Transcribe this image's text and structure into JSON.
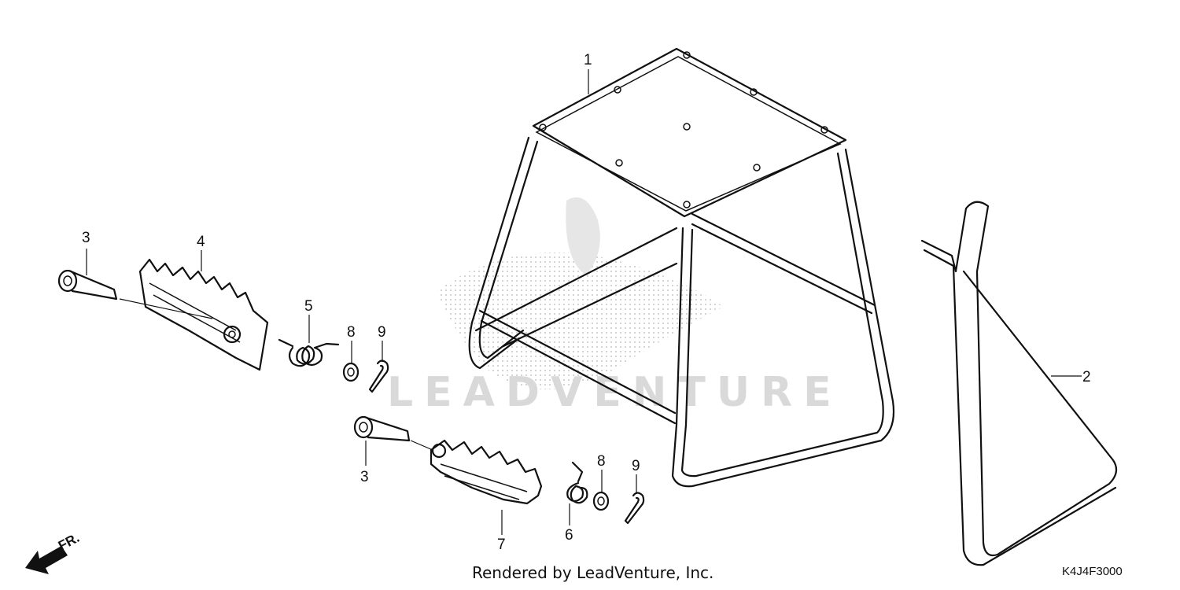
{
  "watermark": {
    "text": "LEADVENTURE"
  },
  "credit": "Rendered by LeadVenture, Inc.",
  "diagram_code": "K4J4F3000",
  "front_indicator": {
    "label": "FR.",
    "icon": "front-arrow-icon"
  },
  "callouts": {
    "stand": "1",
    "side_stand": "2",
    "pin_left": "3",
    "pin_right": "3",
    "footpeg_left": "4",
    "spring_left": "5",
    "spring_right": "6",
    "footpeg_right": "7",
    "washer_left": "8",
    "washer_right": "8",
    "cotter_pin_left": "9",
    "cotter_pin_right": "9"
  }
}
